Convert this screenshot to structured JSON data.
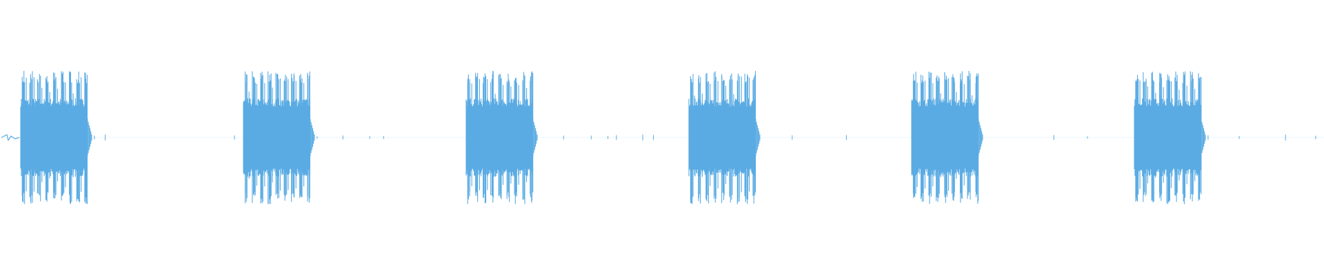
{
  "waveform": {
    "color": "#5aabe3",
    "background": "#ffffff",
    "burst_count": 6,
    "burst_starts_s": [
      0.0,
      2.0,
      4.0,
      6.0,
      8.0,
      10.0
    ],
    "burst_duration_s": 0.6,
    "total_duration_s": 11.8,
    "pulses_per_burst": 9,
    "peak_amplitude": 0.97,
    "sustain_amplitude": 0.45,
    "noise_floor": 0.015
  }
}
